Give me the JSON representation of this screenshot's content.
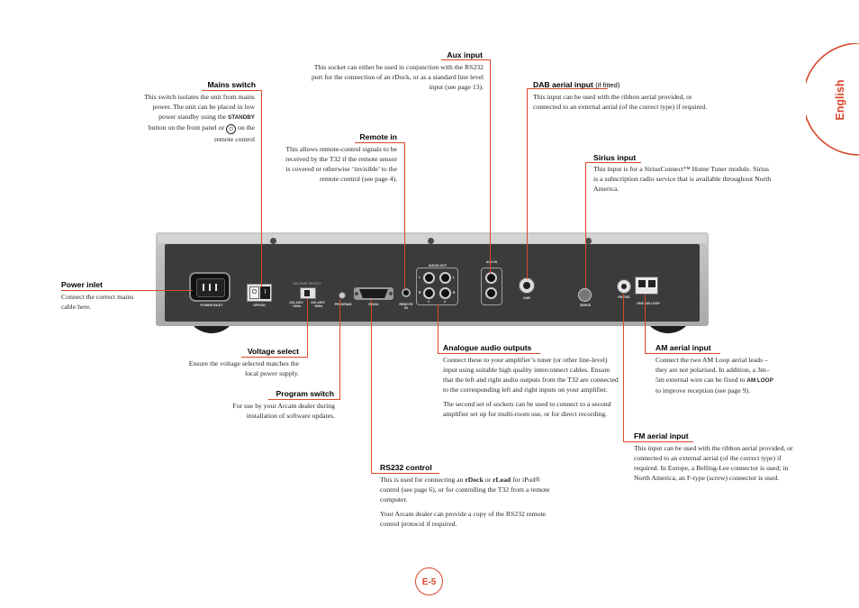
{
  "tab": {
    "label": "English"
  },
  "page_number": "E-5",
  "panel_labels": {
    "power_inlet": "POWER INLET",
    "off_on": "OFF/ON",
    "voltage_select": "VOLTAGE SELECT",
    "v_low": "110-120V ~60Hz",
    "v_high": "220-240V ~50Hz",
    "program": "PROGRAM",
    "rs232": "RS232",
    "remote_in": "REMOTE IN",
    "audio_out": "AUDIO OUT",
    "aux_in": "AUX IN",
    "dab": "DAB",
    "sirius": "SIRIUS",
    "fm75": "FM 75Ω",
    "gnd_am_loop": "GND AM LOOP",
    "l": "L",
    "r": "R",
    "one": "1",
    "two": "2",
    "switch_o": "O",
    "switch_i": "I"
  },
  "callouts": {
    "aux_input": {
      "title": "Aux input",
      "text": "This socket can either be used in conjunction with the RS232 port for the connection of an rDock, or as a standard line level input (see page 13)."
    },
    "mains_switch": {
      "title": "Mains switch",
      "text_1": "This switch isolates the unit from mains power. The unit can be placed in low power standby using the ",
      "standby": "STANDBY",
      "text_2": " button on the front panel or ",
      "text_3": " on the remote control"
    },
    "remote_in": {
      "title": "Remote in",
      "text": "This allows remote-control signals to be received by the T32 if the remote sensor is covered or otherwise ‘invisible’ to the remote control (see page 4)."
    },
    "dab_aerial": {
      "title": "DAB aerial input",
      "note": "(if fitted)",
      "text": "This input can be used with the ribbon aerial provided, or connected to an external aerial (of the correct type) if required."
    },
    "sirius_input": {
      "title": "Sirius input",
      "text": "This input is for a SiriusConnect™ Home Tuner module. Sirius is a subscription radio service that is available throughout North America."
    },
    "power_inlet": {
      "title": "Power inlet",
      "text": "Connect the correct mains cable here."
    },
    "voltage_select": {
      "title": "Voltage select",
      "text": "Ensure the voltage selected matches the local power supply."
    },
    "program_switch": {
      "title": "Program switch",
      "text": "For use by your Arcam dealer during installation of software updates."
    },
    "analogue_audio": {
      "title": "Analogue audio outputs",
      "para1": "Connect these to your amplifier’s tuner (or other line-level) input using suitable high quality interconnect cables. Ensure that the left and right audio outputs from the T32 are connected to the corresponding left and right inputs on your amplifier.",
      "para2": "The second set of sockets can be used to connect to a second amplifier set up for multi-room use, or for direct recording."
    },
    "am_aerial": {
      "title": "AM aerial input",
      "text_1": "Connect the two AM Loop aerial leads – they are not polarised. In addition, a 3m–5m external wire can be fixed to ",
      "am_loop": "AM LOOP",
      "text_2": " to improve reception (see page 9)."
    },
    "fm_aerial": {
      "title": "FM aerial input",
      "text": "This input can be used with the ribbon aerial provided, or connected to an external aerial (of the correct type) if required. In Europe, a Belling-Lee connector is used; in North America, an F-type (screw) connector is used."
    },
    "rs232_control": {
      "title": "RS232 control",
      "para1_a": "This is used for connecting an ",
      "rdock": "rDock",
      "or": " or ",
      "rlead": "rLead",
      "para1_b": " for iPod® control (see page 6), or for controlling the T32 from a remote computer.",
      "para2": "Your Arcam dealer can provide a copy of the RS232 remote control protocol if required."
    }
  }
}
